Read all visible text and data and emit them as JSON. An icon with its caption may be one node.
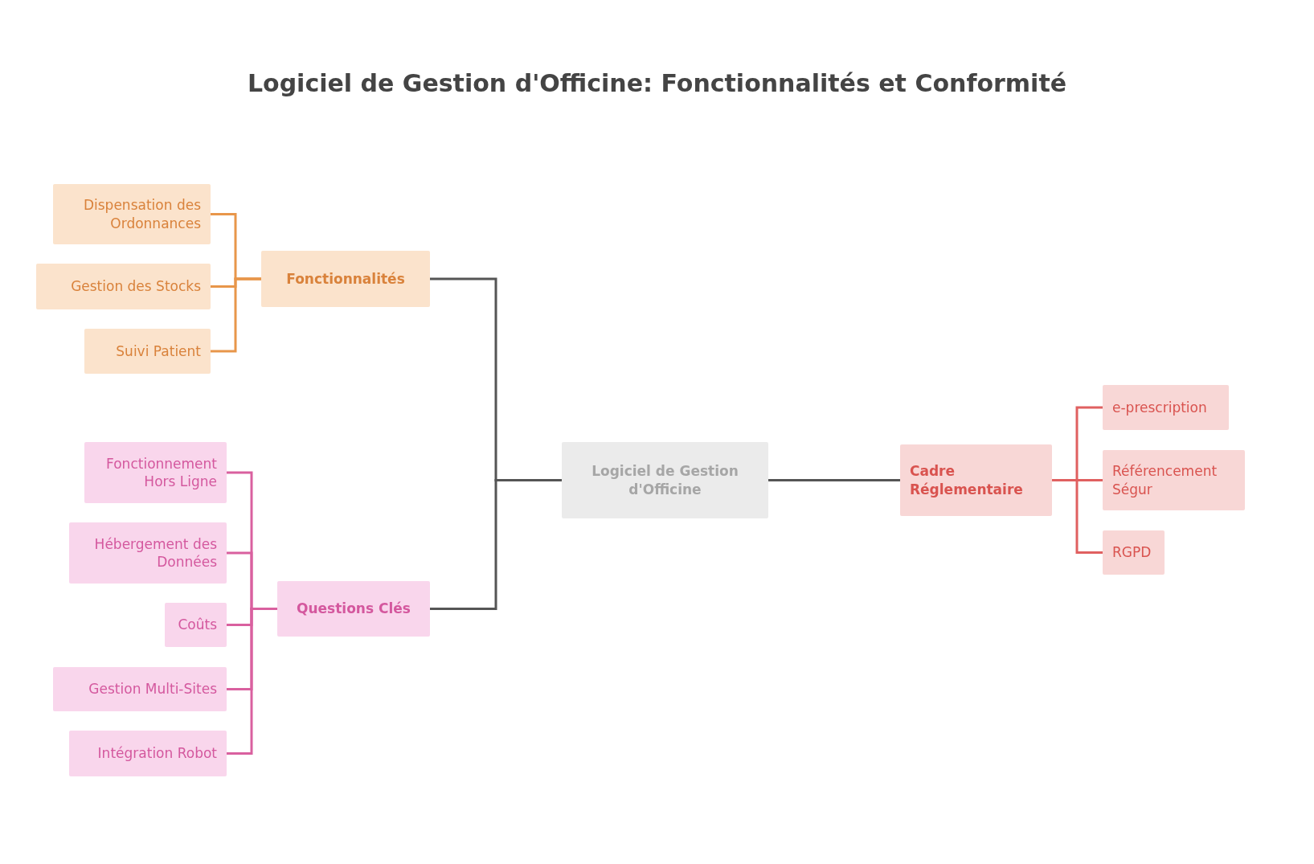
{
  "diagram": {
    "title": "Logiciel de Gestion d'Officine: Fonctionnalités et Conformité",
    "nodes": [
      {
        "text": [
          "Logiciel de Gestion d'Officine"
        ]
      },
      {
        "text": [
          "Fonctionnalités"
        ]
      },
      {
        "text": [
          "Dispensation des Ordonnances"
        ]
      },
      {
        "text": [
          "Gestion des Stocks"
        ]
      },
      {
        "text": [
          "Suivi Patient"
        ]
      },
      {
        "text": [
          "Questions Clés"
        ]
      },
      {
        "text": [
          "Fonctionnement Hors Ligne"
        ]
      },
      {
        "text": [
          "Hébergement des Données"
        ]
      },
      {
        "text": [
          "Coûts"
        ]
      },
      {
        "text": [
          "Gestion Multi-Sites"
        ]
      },
      {
        "text": [
          "Intégration Robot"
        ]
      },
      {
        "text": [
          "Cadre Réglementaire"
        ]
      },
      {
        "text": [
          "e-prescription"
        ]
      },
      {
        "text": [
          "Référencement Ségur"
        ]
      },
      {
        "text": [
          "RGPD"
        ]
      }
    ],
    "edges": [
      {
        "from": 0,
        "to": 1,
        "arrow": "none",
        "color": "#555555"
      },
      {
        "from": 0,
        "to": 5,
        "arrow": "none",
        "color": "#555555"
      },
      {
        "from": 0,
        "to": 11,
        "arrow": "none",
        "color": "#555555"
      },
      {
        "from": 1,
        "to": 2,
        "arrow": "none",
        "color": "#e8964a"
      },
      {
        "from": 1,
        "to": 3,
        "arrow": "none",
        "color": "#e8964a"
      },
      {
        "from": 1,
        "to": 4,
        "arrow": "none",
        "color": "#e8964a"
      },
      {
        "from": 5,
        "to": 6,
        "arrow": "none",
        "color": "#d9609f"
      },
      {
        "from": 5,
        "to": 7,
        "arrow": "none",
        "color": "#d9609f"
      },
      {
        "from": 5,
        "to": 8,
        "arrow": "none",
        "color": "#d9609f"
      },
      {
        "from": 5,
        "to": 9,
        "arrow": "none",
        "color": "#d9609f"
      },
      {
        "from": 5,
        "to": 10,
        "arrow": "none",
        "color": "#d9609f"
      },
      {
        "from": 11,
        "to": 12,
        "arrow": "none",
        "color": "#e06060"
      },
      {
        "from": 11,
        "to": 13,
        "arrow": "none",
        "color": "#e06060"
      },
      {
        "from": 11,
        "to": 14,
        "arrow": "none",
        "color": "#e06060"
      }
    ]
  }
}
